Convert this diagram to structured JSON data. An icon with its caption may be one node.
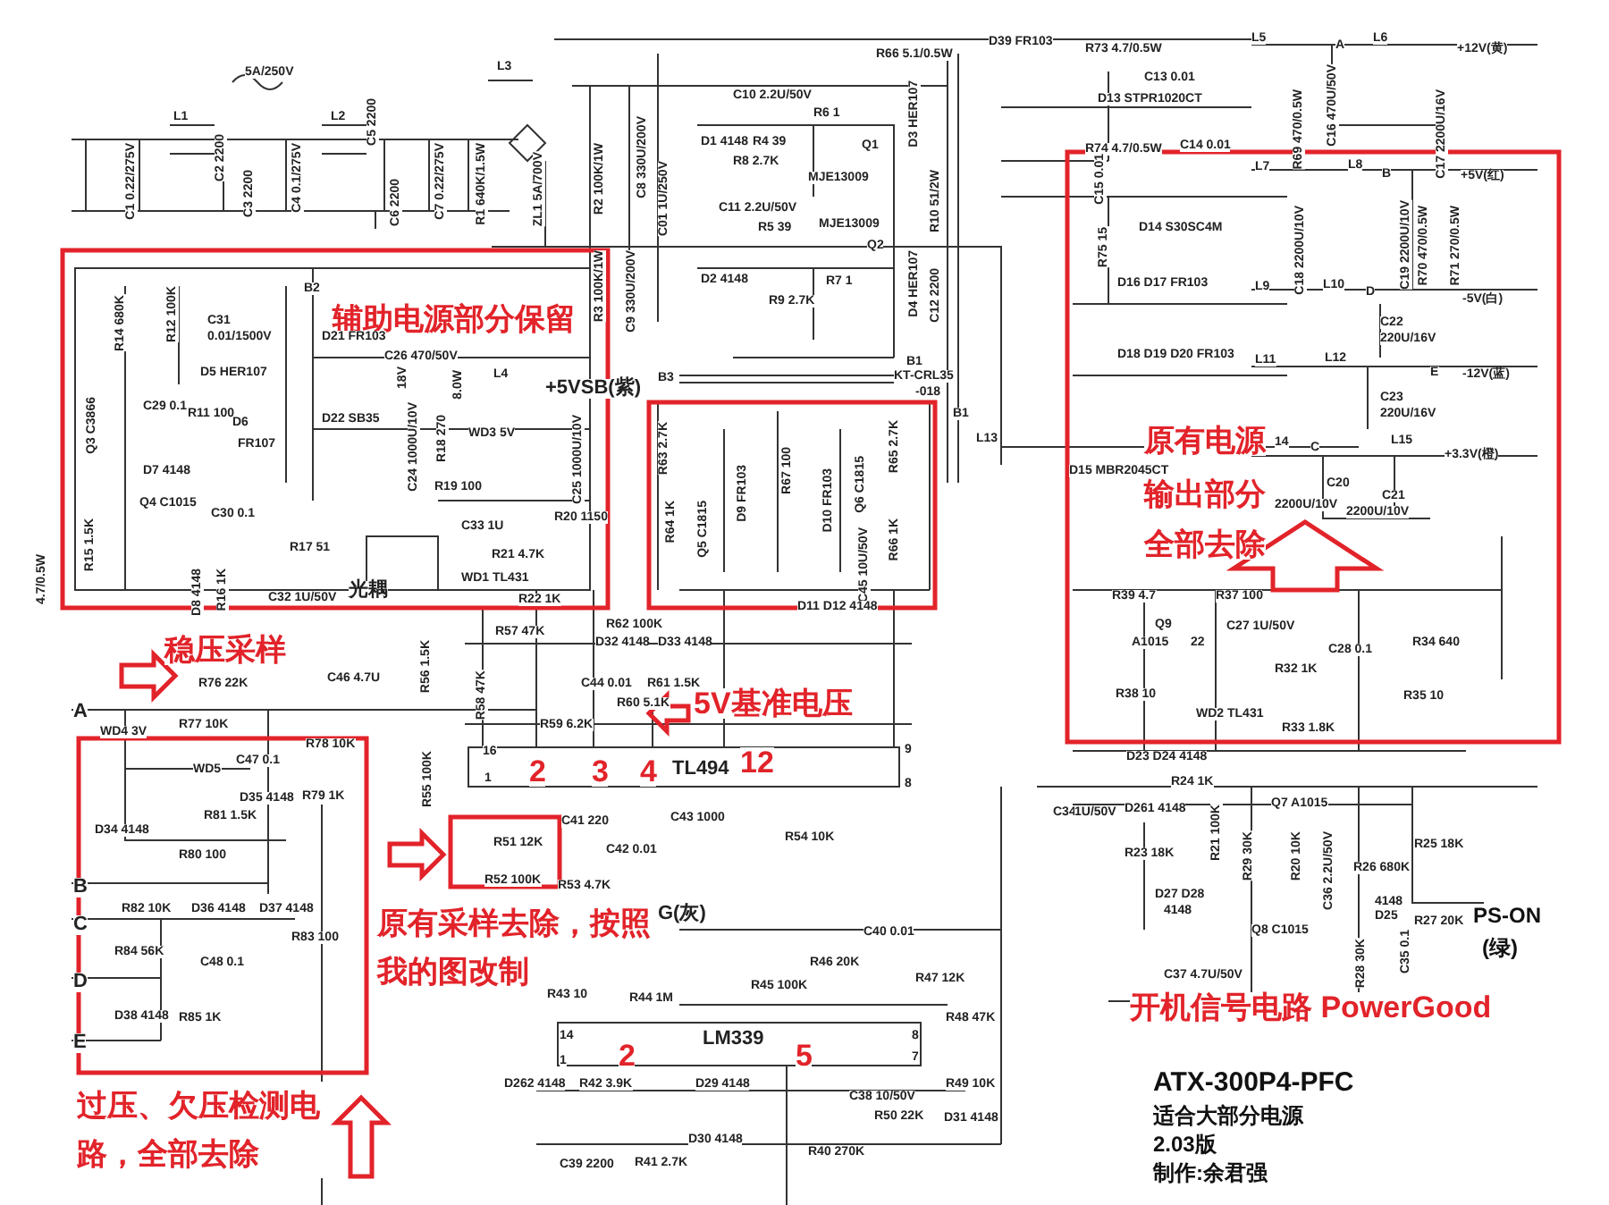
{
  "diagram": {
    "labels": [
      "5A/250V",
      "L1",
      "C1 0.22/275V",
      "C2 2200",
      "C3 2200",
      "C4 0.1/275V",
      "L2",
      "C5 2200",
      "C6 2200",
      "C7 0.22/275V",
      "R1 640K/1.5W",
      "L3",
      "ZL1 5A/700V",
      "R2 100K/1W",
      "C8 330U/200V",
      "C01 1U/250V",
      "R3 100K/1W",
      "C9 330U/200V",
      "R66 5.1/0.5W",
      "D39 FR103",
      "C10 2.2U/50V",
      "D1 4148",
      "R4 39",
      "R6 1",
      "R8 2.7K",
      "MJE13009",
      "Q1",
      "D3 HER107",
      "C11 2.2U/50V",
      "R5 39",
      "MJE13009",
      "Q2",
      "D2 4148",
      "R7 1",
      "R9 2.7K",
      "D4 HER107",
      "R10 51/2W",
      "C12 2200",
      "B1",
      "KT-CRL35",
      "-018",
      "B1",
      "B3",
      "L13",
      "D15 MBR2045CT",
      "R73 4.7/0.5W",
      "D13 STPR1020CT",
      "C13 0.01",
      "R74 4.7/0.5W",
      "C14 0.01",
      "L5",
      "A",
      "L6",
      "+12V(黄)",
      "R69 470/0.5W",
      "C16 470U/50V",
      "C17 2200U/16V",
      "C15 0.01",
      "R75 15",
      "D14 S30SC4M",
      "L7",
      "L8",
      "B",
      "+5V(红)",
      "C18 2200U/10V",
      "C19 2200U/10V",
      "R70 470/0.5W",
      "R71 270/0.5W",
      "D16 D17 FR103",
      "L9",
      "L10",
      "D",
      "-5V(白)",
      "C22",
      "220U/16V",
      "D18 D19 D20 FR103",
      "L11",
      "L12",
      "E",
      "-12V(蓝)",
      "C23",
      "220U/16V",
      "原有电源",
      "14",
      "C",
      "L15",
      "+3.3V(橙)",
      "输出部分",
      "C20",
      "2200U/10V",
      "C21",
      "2200U/10V",
      "全部去除",
      "R39 4.7",
      "R37 100",
      "Q9",
      "A1015",
      "22",
      "C27 1U/50V",
      "C28 0.1",
      "R34 640",
      "R32 1K",
      "R38 10",
      "WD2 TL431",
      "R35 10",
      "R33 1.8K",
      "D23 D24 4148",
      "C34",
      "1U/50V",
      "D261 4148",
      "R24 1K",
      "R23 18K",
      "R21 100K",
      "Q7 A1015",
      "R29 30K",
      "R20 10K",
      "C36 2.2U/50V",
      "R26 680K",
      "R25 18K",
      "D27 D28",
      "4148",
      "Q8 C1015",
      "4148",
      "D25",
      "R27 20K",
      "PS-ON",
      "(绿)",
      "R28 30K",
      "C35 0.1",
      "C37 4.7U/50V",
      "开机信号电路 PowerGood",
      "ATX-300P4-PFC",
      "适合大部分电源",
      "2.03版",
      "制作:余君强",
      "B2",
      "辅助电源部分保留",
      "R14 680K",
      "R12 100K",
      "C31",
      "0.01/1500V",
      "D5 HER107",
      "D21 FR103",
      "C26 470/50V",
      "D22 SB35",
      "18V",
      "C24 1000U/10V",
      "8.0W",
      "R18 270",
      "L4",
      "+5VSB(紫)",
      "WD3 5V",
      "C25 1000U/10V",
      "Q3 C3866",
      "C29 0.1",
      "R11 100",
      "D6",
      "FR107",
      "D7 4148",
      "R19 100",
      "R20 1150",
      "Q4 C1015",
      "C30 0.1",
      "R15 1.5K",
      "R17 51",
      "C33 1U",
      "R21 4.7K",
      "光耦",
      "WD1 TL431",
      "R22 1K",
      "4.7/0.5W",
      "D8 4148",
      "R16 1K",
      "C32 1U/50V",
      "R63 2.7K",
      "R64 1K",
      "Q5 C1815",
      "D9 FR103",
      "R67 100",
      "D10 FR103",
      "Q6 C1815",
      "R65 2.7K",
      "R66 1K",
      "C45 10U/50V",
      "D11 D12 4148",
      "R57 47K",
      "R62 100K",
      "D32 4148",
      "D33 4148",
      "C44 0.01",
      "R61 1.5K",
      "C46 4.7U",
      "R56 1.5K",
      "R58 47K",
      "R60 5.1K",
      "5V基准电压",
      "R59 6.2K",
      "R55 100K",
      "16",
      "1",
      "2",
      "3",
      "4",
      "TL494",
      "12",
      "9",
      "8",
      "R51 12K",
      "C41 220",
      "C42 0.01",
      "R52 100K",
      "R53 4.7K",
      "C43 1000",
      "R54 10K",
      "稳压采样",
      "R76 22K",
      "A",
      "WD4 3V",
      "R77 10K",
      "C47 0.1",
      "R78 10K",
      "WD5",
      "D35 4148",
      "R79 1K",
      "R81 1.5K",
      "D34 4148",
      "R80 100",
      "B",
      "C",
      "R82 10K",
      "D36 4148",
      "D37 4148",
      "R83 100",
      "R84 56K",
      "C48 0.1",
      "D",
      "D38 4148",
      "R85 1K",
      "E",
      "过压、欠压检测电路，全部去除",
      "原有采样去除，按照我的图改制",
      "G(灰)",
      "C40 0.01",
      "R46 20K",
      "R47 12K",
      "R43 10",
      "R44 1M",
      "R45 100K",
      "R48 47K",
      "14",
      "LM339",
      "2",
      "5",
      "8",
      "7",
      "1",
      "D262 4148",
      "R42 3.9K",
      "D29 4148",
      "C38 10/50V",
      "R49 10K",
      "R50 22K",
      "D31 4148",
      "D30 4148",
      "C39 2200",
      "R41 2.7K",
      "R40 270K"
    ]
  }
}
